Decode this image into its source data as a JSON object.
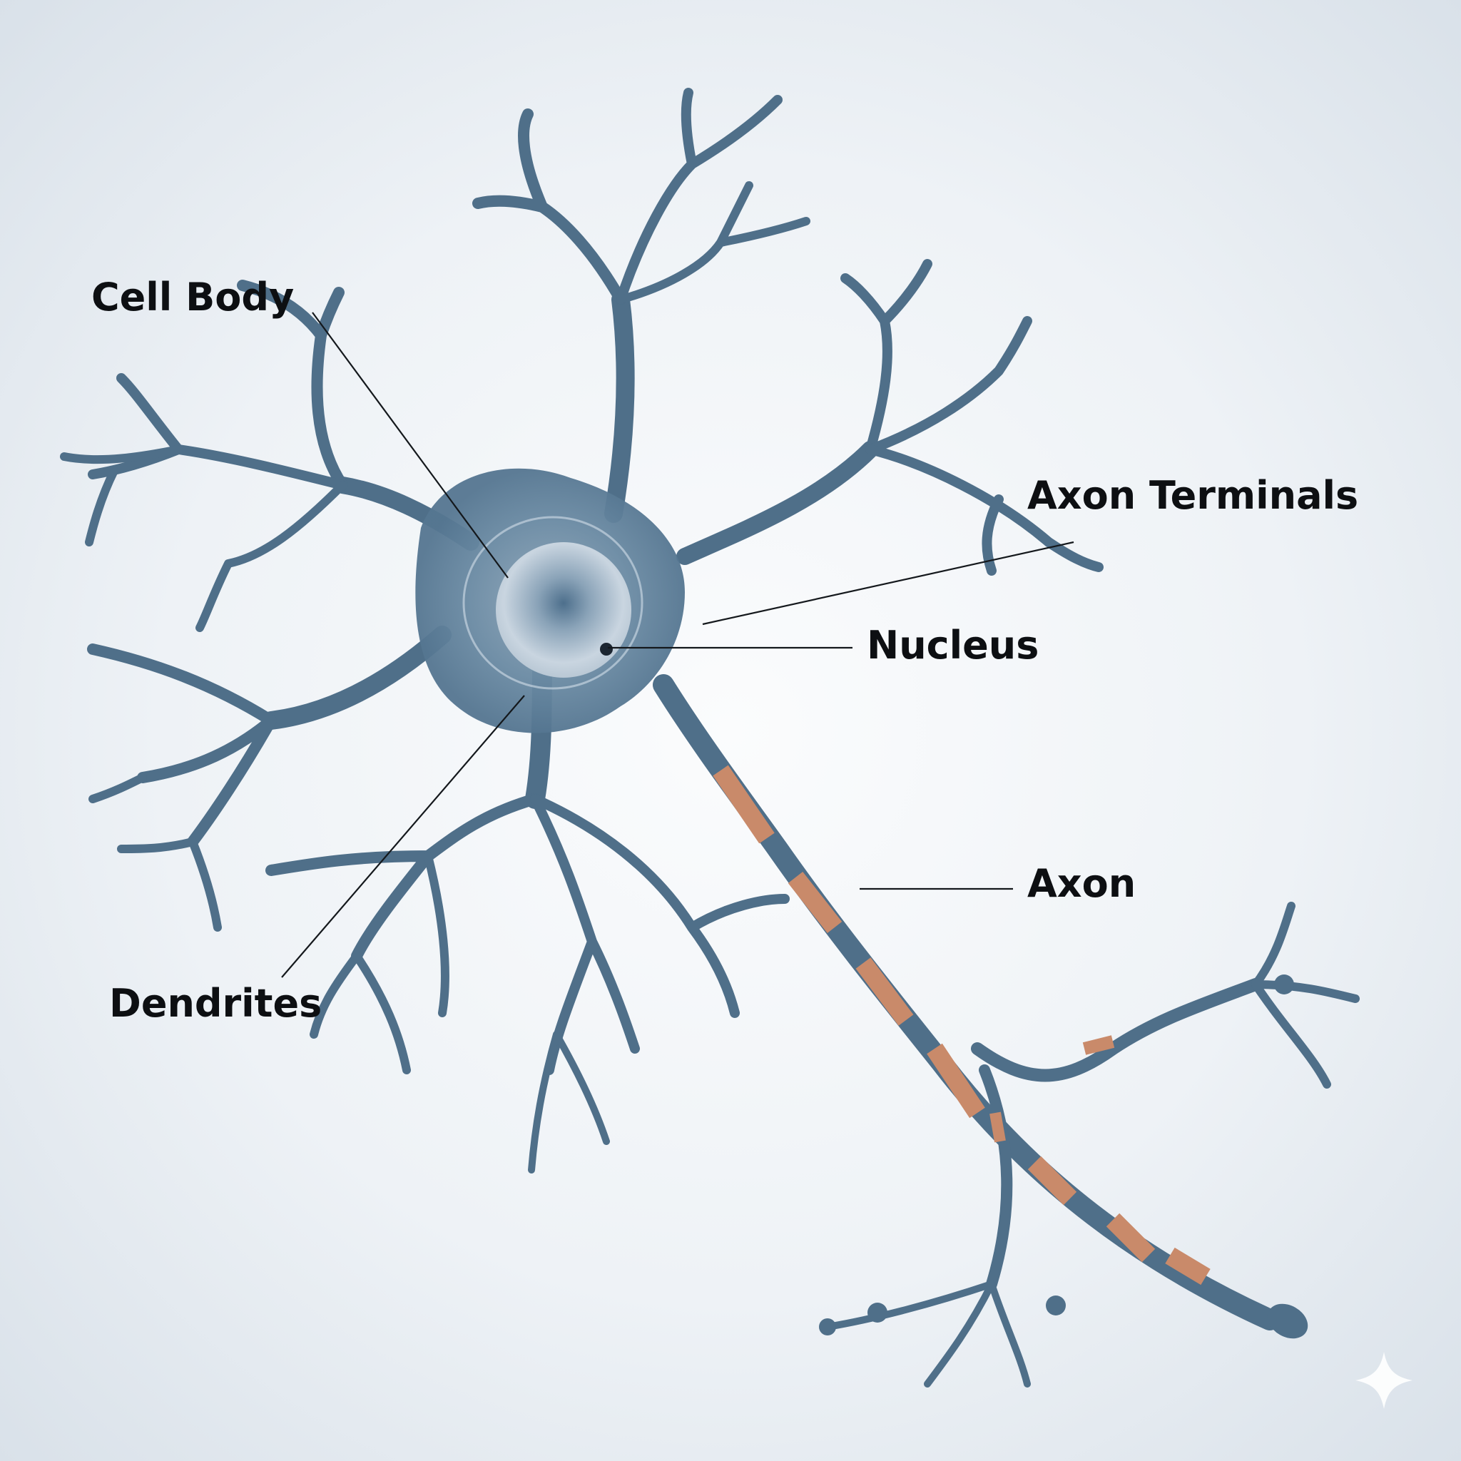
{
  "diagram": {
    "labels": {
      "cell_body": "Cell Body",
      "axon_terminals": "Axon Terminals",
      "nucleus": "Nucleus",
      "axon": "Axon",
      "dendrites": "Dendrites"
    },
    "colors": {
      "neuron_body": "#4f6f89",
      "neuron_dark": "#3a5770",
      "nucleus_light": "#d4dde6",
      "myelin_node": "#c98a6a",
      "label_text": "#0d0f12",
      "leader_line": "#14181c",
      "background": "#eef2f6"
    },
    "icons": [
      "sparkle-icon"
    ]
  }
}
